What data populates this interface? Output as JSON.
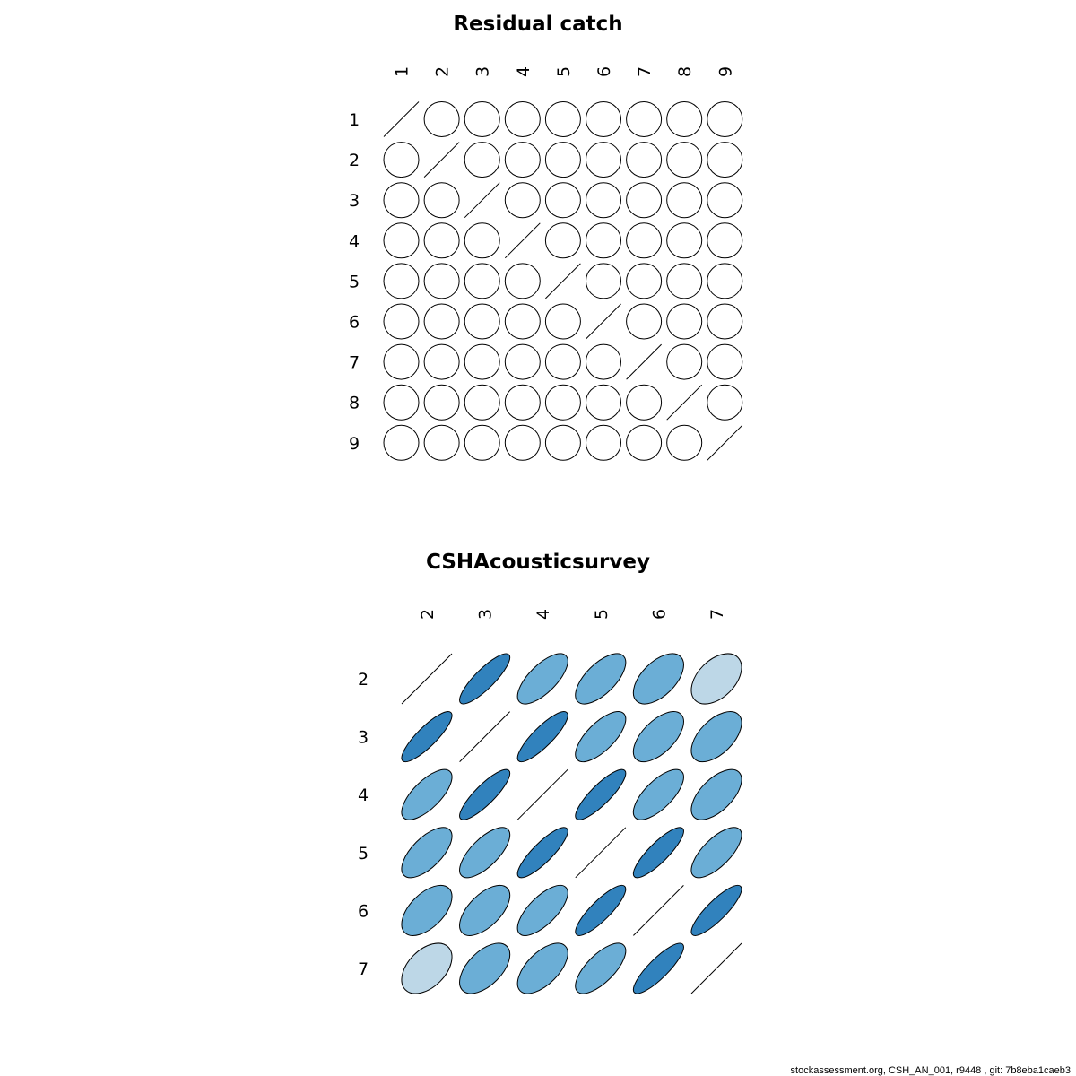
{
  "chart_data": [
    {
      "type": "heatmap",
      "subtype": "correlation-ellipse",
      "title": "Residual catch",
      "labels": [
        "1",
        "2",
        "3",
        "4",
        "5",
        "6",
        "7",
        "8",
        "9"
      ],
      "matrix": [
        [
          1,
          0,
          0,
          0,
          0,
          0,
          0,
          0,
          0
        ],
        [
          0,
          1,
          0,
          0,
          0,
          0,
          0,
          0,
          0
        ],
        [
          0,
          0,
          1,
          0,
          0,
          0,
          0,
          0,
          0
        ],
        [
          0,
          0,
          0,
          1,
          0,
          0,
          0,
          0,
          0
        ],
        [
          0,
          0,
          0,
          0,
          1,
          0,
          0,
          0,
          0
        ],
        [
          0,
          0,
          0,
          0,
          0,
          1,
          0,
          0,
          0
        ],
        [
          0,
          0,
          0,
          0,
          0,
          0,
          1,
          0,
          0
        ],
        [
          0,
          0,
          0,
          0,
          0,
          0,
          0,
          1,
          0
        ],
        [
          0,
          0,
          0,
          0,
          0,
          0,
          0,
          0,
          1
        ]
      ]
    },
    {
      "type": "heatmap",
      "subtype": "correlation-ellipse",
      "title": "CSHAcousticsurvey",
      "labels": [
        "2",
        "3",
        "4",
        "5",
        "6",
        "7"
      ],
      "matrix": [
        [
          1,
          0.85,
          0.7,
          0.65,
          0.55,
          0.45
        ],
        [
          0.85,
          1,
          0.85,
          0.7,
          0.6,
          0.55
        ],
        [
          0.7,
          0.85,
          1,
          0.85,
          0.7,
          0.6
        ],
        [
          0.65,
          0.7,
          0.85,
          1,
          0.85,
          0.7
        ],
        [
          0.55,
          0.6,
          0.7,
          0.85,
          1,
          0.85
        ],
        [
          0.45,
          0.55,
          0.6,
          0.7,
          0.85,
          1
        ]
      ]
    }
  ],
  "colors": {
    "zero": "#ffffff",
    "low": "#bdd7e7",
    "mid": "#6baed6",
    "high": "#3182bd",
    "stroke": "#000000"
  },
  "footer": "stockassessment.org, CSH_AN_001, r9448 , git: 7b8eba1caeb3"
}
